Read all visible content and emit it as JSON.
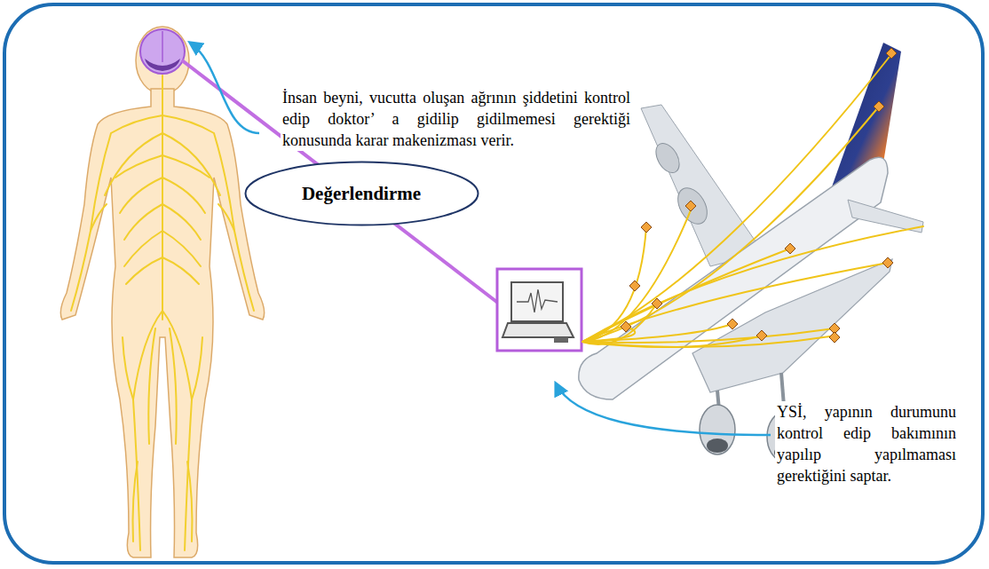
{
  "diagram": {
    "nodes": [
      {
        "text": [
          "Değerlendirme"
        ]
      }
    ],
    "labels": [
      "İnsan beyni, vucutta oluşan ağrının şiddetini kontrol edip doktor’ a gidilip gidilmemesi gerektiği konusunda karar makenizması verir.",
      "YSİ, yapının durumunu kontrol edip bakımının yapılıp yapılmaması gerektiğini saptar."
    ]
  }
}
